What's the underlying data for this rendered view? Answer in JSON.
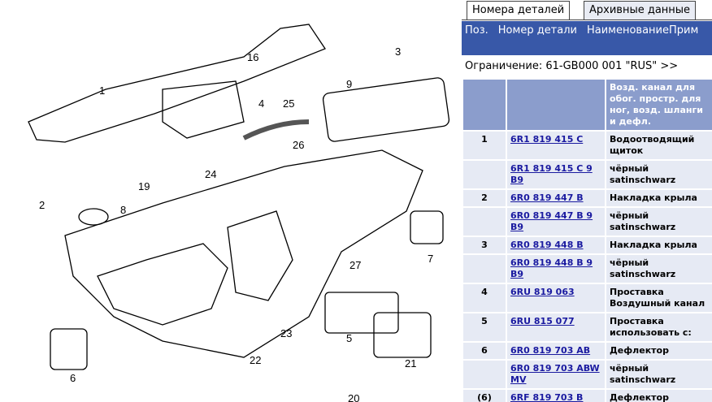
{
  "tabs": [
    {
      "label": "Номера деталей",
      "active": true
    },
    {
      "label": "Архивные данные",
      "active": false
    }
  ],
  "header": {
    "pos": "Поз.",
    "part_number": "Номер детали",
    "name": "НаименованиеПрим"
  },
  "restriction": "Ограничение: 61-GB000 001 \"RUS\" >>",
  "group_header": "Возд. канал для обог. простр. для ног, возд. шланги и дефл.",
  "rows": [
    {
      "pos": "1",
      "part": "6R1 819 415 C",
      "name": "Водоотводящий щиток"
    },
    {
      "pos": "",
      "part": "6R1 819 415 C 9 B9",
      "name": "чёрный satinschwarz"
    },
    {
      "pos": "2",
      "part": "6R0 819 447 B",
      "name": "Накладка крыла"
    },
    {
      "pos": "",
      "part": "6R0 819 447 B 9 B9",
      "name": "чёрный satinschwarz"
    },
    {
      "pos": "3",
      "part": "6R0 819 448 B",
      "name": "Накладка крыла"
    },
    {
      "pos": "",
      "part": "6R0 819 448 B 9 B9",
      "name": "чёрный satinschwarz"
    },
    {
      "pos": "4",
      "part": "6RU 819 063",
      "name": "Проставка Воздушный канал"
    },
    {
      "pos": "5",
      "part": "6RU 815 077",
      "name": "Проставка использовать с:"
    },
    {
      "pos": "6",
      "part": "6R0 819 703 AB",
      "name": "Дефлектор"
    },
    {
      "pos": "",
      "part": "6R0 819 703 ABW MV",
      "name": "чёрный satinschwarz"
    },
    {
      "pos": "(6)",
      "part": "6RF 819 703 B",
      "name": "Дефлектор"
    }
  ],
  "callouts": [
    "1",
    "2",
    "3",
    "4",
    "5",
    "6",
    "7",
    "8",
    "9",
    "16",
    "19",
    "20",
    "21",
    "22",
    "23",
    "24",
    "25",
    "26",
    "27"
  ]
}
